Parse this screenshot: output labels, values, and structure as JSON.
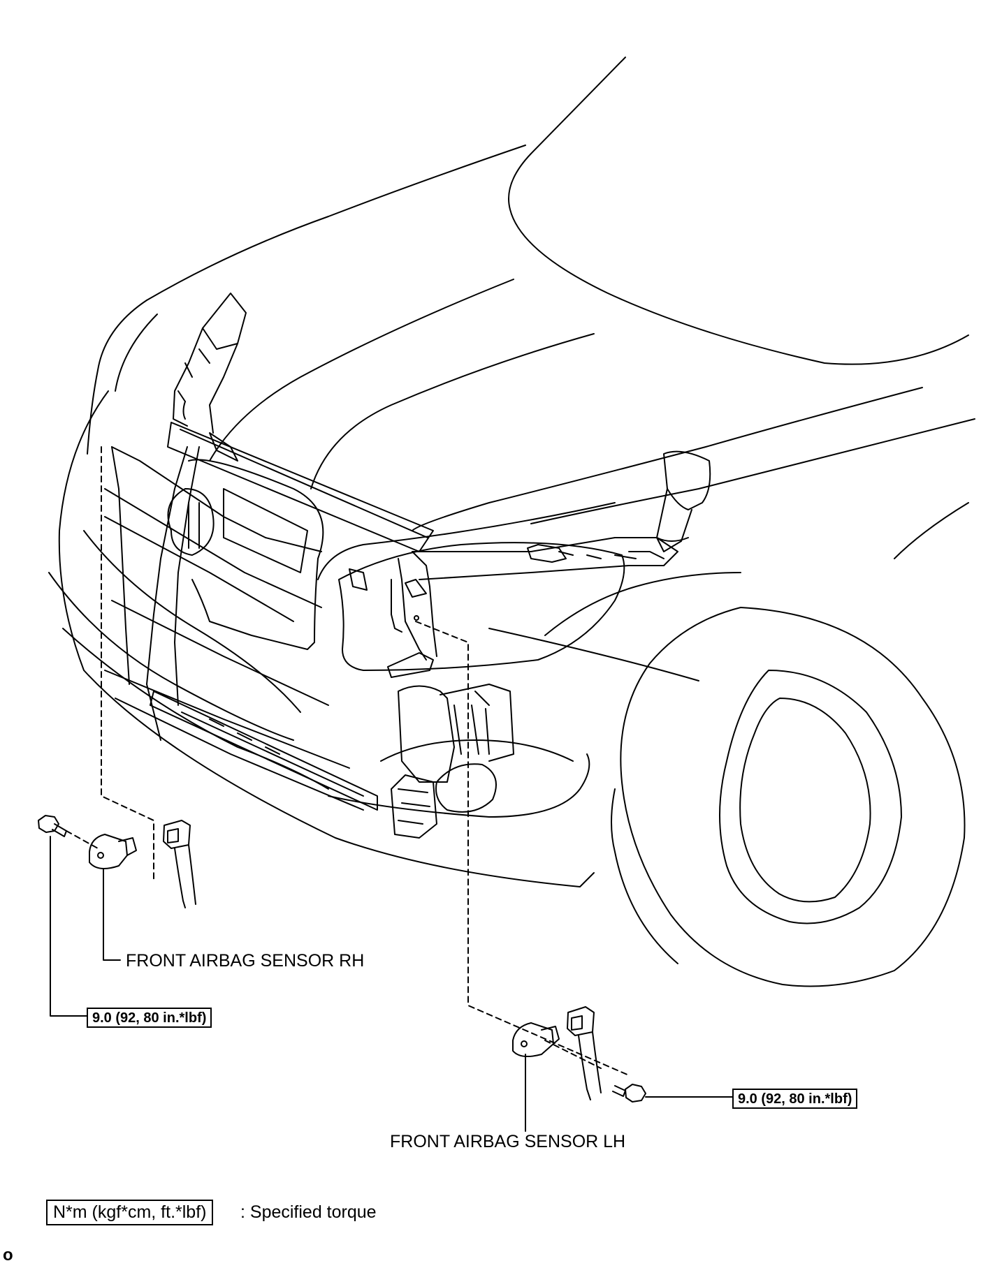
{
  "labels": {
    "sensor_rh": "FRONT AIRBAG SENSOR RH",
    "sensor_lh": "FRONT AIRBAG SENSOR LH"
  },
  "torque": {
    "rh_bolt": "9.0 (92, 80 in.*lbf)",
    "lh_bolt": "9.0 (92, 80 in.*lbf)"
  },
  "legend": {
    "unit_box": "N*m (kgf*cm, ft.*lbf)",
    "description": ": Specified torque"
  },
  "figure_code": "o"
}
